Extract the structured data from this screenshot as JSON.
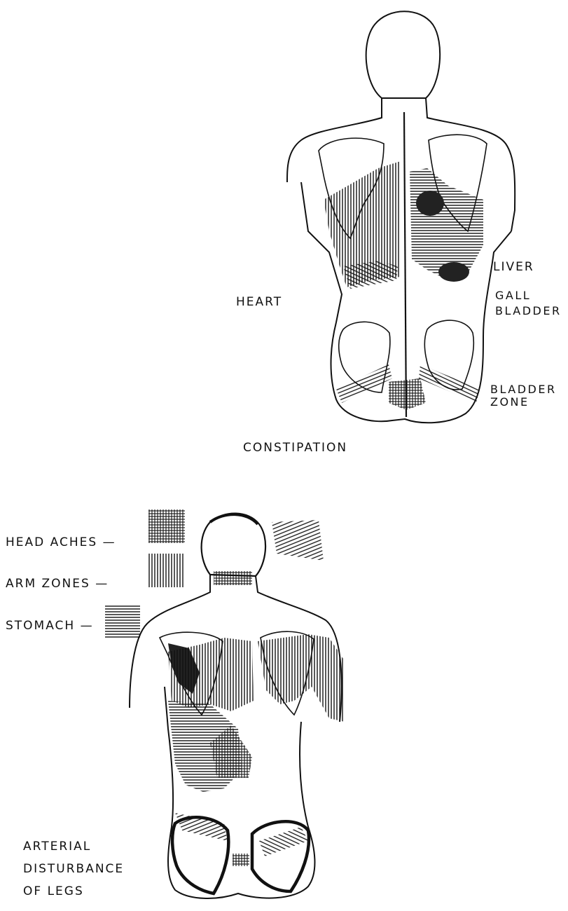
{
  "labels": {
    "heart": "HEART",
    "liver": "LIVER",
    "gall_bladder_1": "GALL",
    "gall_bladder_2": "BLADDER",
    "bladder_zone_1": "BLADDER",
    "bladder_zone_2": "ZONE",
    "constipation": "CONSTIPATION",
    "head_aches": "HEAD ACHES —",
    "arm_zones": "ARM ZONES —",
    "stomach": "STOMACH —",
    "arterial_1": "ARTERIAL",
    "arterial_2": "DISTURBANCE",
    "arterial_3": "OF LEGS"
  },
  "colors": {
    "ink": "#111111",
    "paper": "#ffffff"
  }
}
